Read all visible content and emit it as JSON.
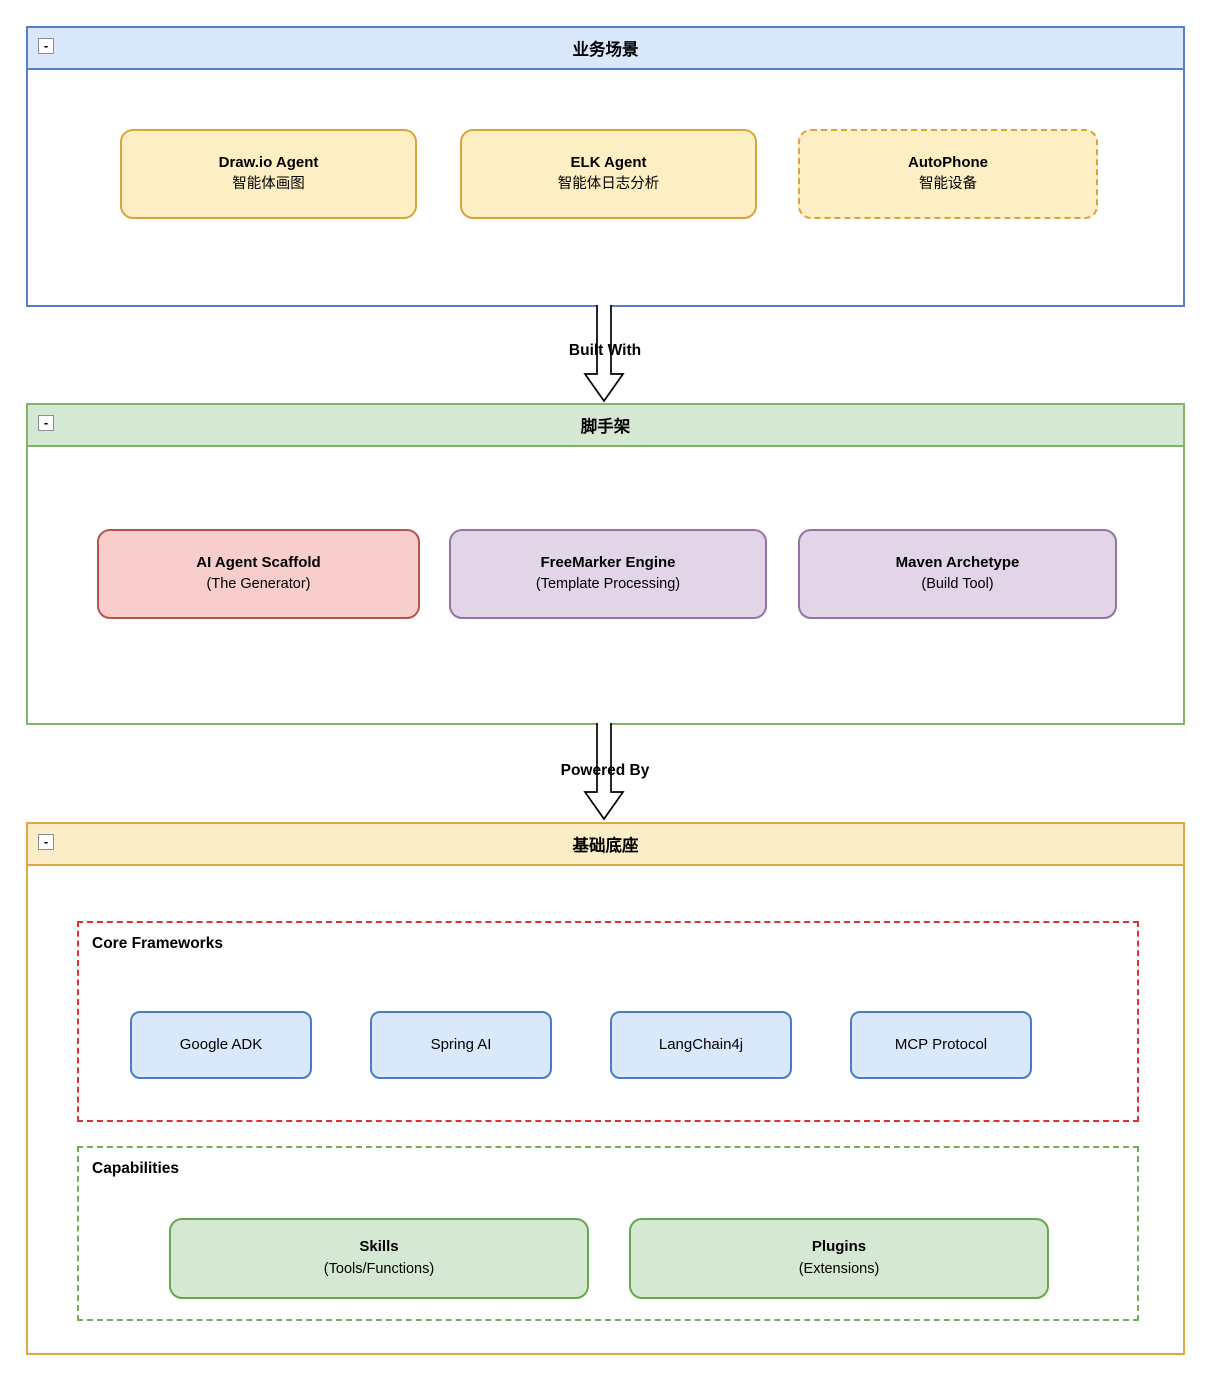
{
  "colors": {
    "blue_border": "#5b7cc9",
    "blue_header_fill": "#dae8fc",
    "green_border": "#82b366",
    "green_header_fill": "#d5e8d4",
    "orange_border": "#dfa844",
    "orange_header_fill": "#fbeec6",
    "yellow_node_fill": "#fdeec3",
    "yellow_node_border": "#d9a43c",
    "red_node_fill": "#f8cecc",
    "red_node_border": "#b85450",
    "purple_node_fill": "#e1d5e7",
    "purple_node_border": "#9673a6",
    "blue_node_fill": "#dae8fc",
    "blue_node_border": "#4d7ac7",
    "green_node_fill": "#d5e8d4",
    "green_node_border": "#67a84e",
    "dashed_red_group": "#e03030",
    "dashed_green_group": "#75ad58",
    "arrow_stroke": "#000000",
    "arrow_fill": "#ffffff"
  },
  "containers": [
    {
      "title": "业务场景",
      "collapse_label": "-",
      "nodes": [
        {
          "title": "Draw.io Agent",
          "subtitle": "智能体画图"
        },
        {
          "title": "ELK Agent",
          "subtitle": "智能体日志分析"
        },
        {
          "title": "AutoPhone",
          "subtitle": "智能设备"
        }
      ]
    },
    {
      "title": "脚手架",
      "collapse_label": "-",
      "nodes": [
        {
          "title": "AI Agent Scaffold",
          "subtitle": "(The Generator)"
        },
        {
          "title": "FreeMarker Engine",
          "subtitle": "(Template Processing)"
        },
        {
          "title": "Maven Archetype",
          "subtitle": "(Build Tool)"
        }
      ]
    },
    {
      "title": "基础底座",
      "collapse_label": "-",
      "groups": [
        {
          "label": "Core Frameworks",
          "nodes": [
            {
              "title": "Google ADK"
            },
            {
              "title": "Spring AI"
            },
            {
              "title": "LangChain4j"
            },
            {
              "title": "MCP Protocol"
            }
          ]
        },
        {
          "label": "Capabilities",
          "nodes": [
            {
              "title": "Skills",
              "subtitle": "(Tools/Functions)"
            },
            {
              "title": "Plugins",
              "subtitle": "(Extensions)"
            }
          ]
        }
      ]
    }
  ],
  "arrows": [
    {
      "label": "Built With"
    },
    {
      "label": "Powered By"
    }
  ]
}
